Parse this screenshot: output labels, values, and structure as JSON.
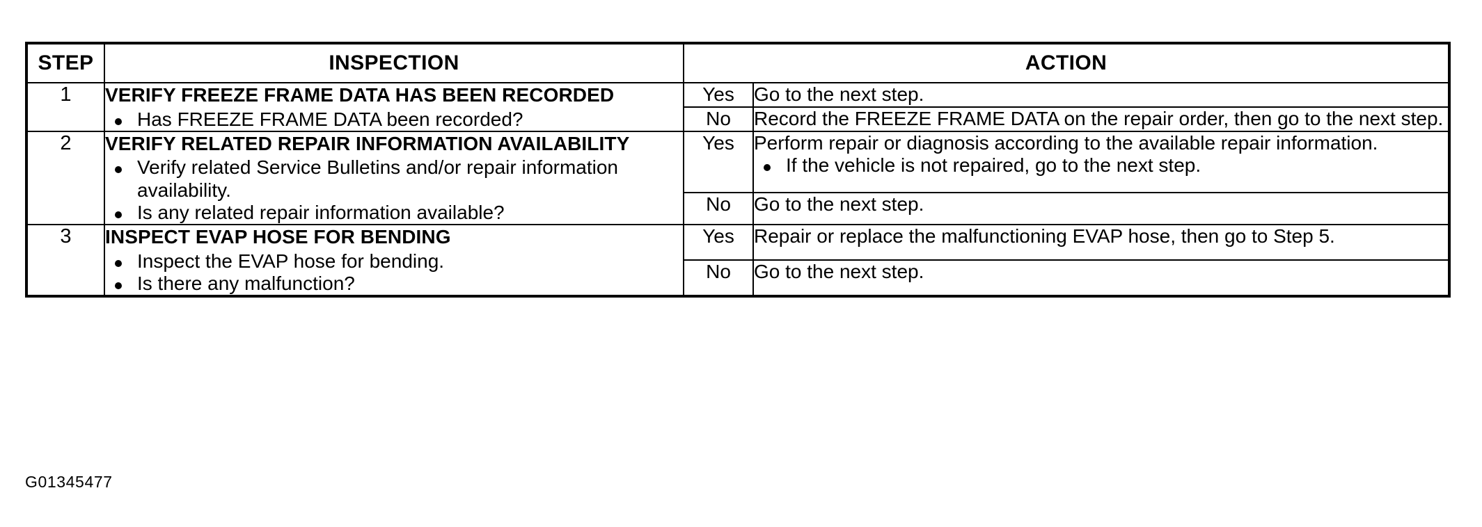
{
  "table": {
    "headers": {
      "step": "STEP",
      "inspection": "INSPECTION",
      "action": "ACTION"
    },
    "rows": [
      {
        "step": "1",
        "inspection": {
          "title": "VERIFY FREEZE FRAME DATA HAS BEEN RECORDED",
          "bullets": [
            "Has FREEZE FRAME DATA been recorded?"
          ]
        },
        "branches": [
          {
            "answer": "Yes",
            "lines": [
              "Go to the next step."
            ],
            "bullets": []
          },
          {
            "answer": "No",
            "lines": [
              "Record the FREEZE FRAME DATA on the repair order, then go to the next step."
            ],
            "bullets": []
          }
        ]
      },
      {
        "step": "2",
        "inspection": {
          "title": "VERIFY RELATED REPAIR INFORMATION AVAILABILITY",
          "bullets": [
            "Verify related Service Bulletins and/or repair information availability.",
            "Is any related repair information available?"
          ]
        },
        "branches": [
          {
            "answer": "Yes",
            "lines": [
              "Perform repair or diagnosis according to the available repair information."
            ],
            "bullets": [
              "If the vehicle is not repaired, go to the next step."
            ]
          },
          {
            "answer": "No",
            "lines": [
              "Go to the next step."
            ],
            "bullets": []
          }
        ]
      },
      {
        "step": "3",
        "inspection": {
          "title": "INSPECT EVAP HOSE FOR BENDING",
          "bullets": [
            "Inspect the EVAP hose for bending.",
            "Is there any malfunction?"
          ]
        },
        "branches": [
          {
            "answer": "Yes",
            "lines": [
              "Repair or replace the malfunctioning EVAP hose, then go to Step 5."
            ],
            "bullets": []
          },
          {
            "answer": "No",
            "lines": [
              "Go to the next step."
            ],
            "bullets": []
          }
        ]
      }
    ]
  },
  "figure_code": "G01345477",
  "colors": {
    "ink": "#000000",
    "paper": "#ffffff"
  }
}
